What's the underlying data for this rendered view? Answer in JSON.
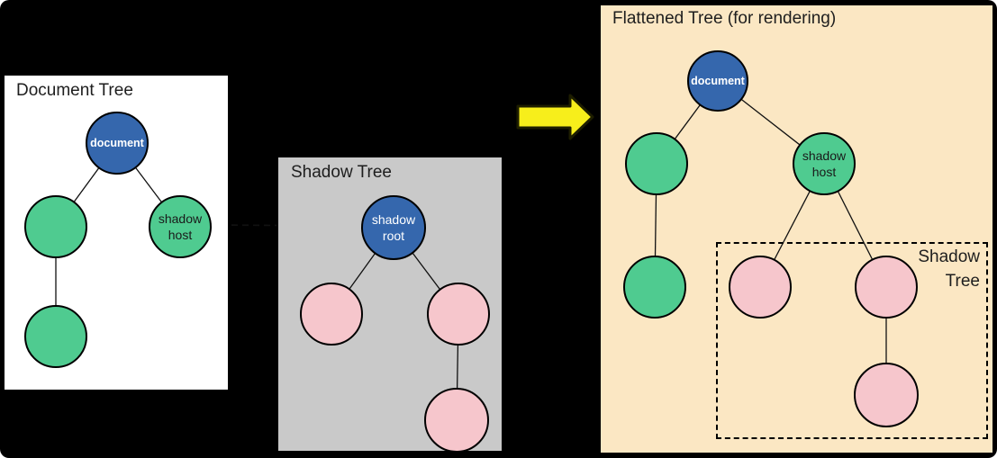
{
  "diagram": {
    "panels": {
      "document_tree": {
        "title": "Document Tree",
        "nodes": {
          "document": "document",
          "shadow_host": "shadow\nhost"
        }
      },
      "shadow_tree": {
        "title": "Shadow Tree",
        "nodes": {
          "shadow_root": "shadow\nroot"
        }
      },
      "flattened_tree": {
        "title": "Flattened Tree (for rendering)",
        "shadow_tree_label": "Shadow\nTree",
        "nodes": {
          "document": "document",
          "shadow_host": "shadow\nhost"
        }
      }
    },
    "colors": {
      "background": "#000000",
      "panel_document_bg": "#FFFFFF",
      "panel_shadow_bg": "#C9C9C9",
      "panel_flattened_bg": "#FBE7C3",
      "node_blue": "#3567AD",
      "node_green": "#4FCB90",
      "node_pink": "#F6C6CC",
      "arrow_yellow": "#F7EE1B"
    }
  }
}
